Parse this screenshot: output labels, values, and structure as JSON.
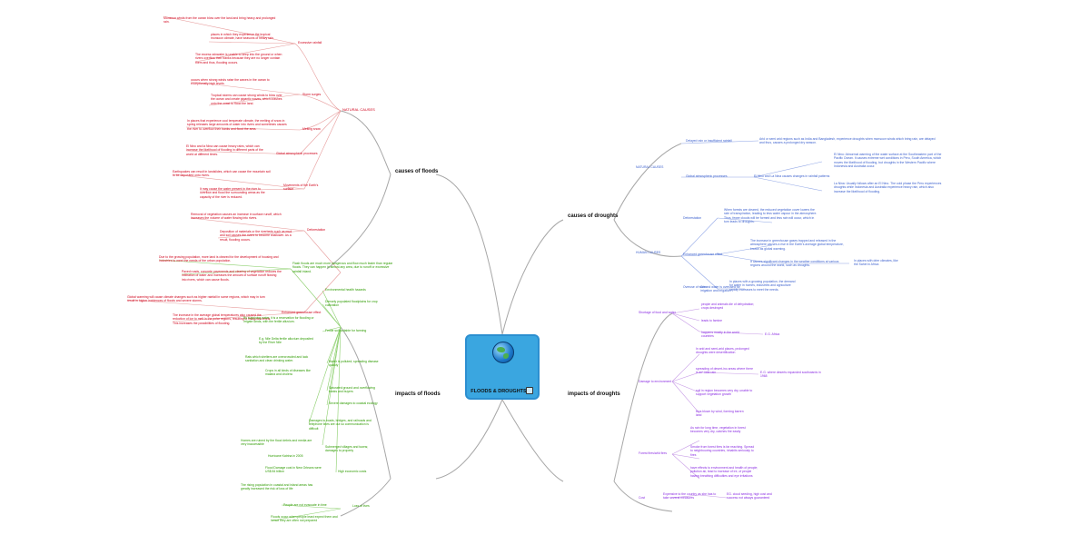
{
  "root": {
    "title": "FLOODS & DROUGHTS",
    "icon": "globe-icon"
  },
  "colors": {
    "line": "#a7a7a7",
    "root": "#3aa6e0",
    "red": "#d0021b",
    "green": "#2e9b00",
    "blue": "#3a5fcd",
    "purple": "#8a2be2"
  },
  "floods_causes": {
    "title": "causes of floods",
    "natural": "NATURAL CAUSES",
    "excessive_rainfall": "Excessive rainfall",
    "rain_monsoon": "Monsoon winds from the ocean blow over the land and bring heavy and prolonged rain.",
    "rain_tropical": "places in which they experience the tropical monsoon climate, have seasons of heavy rain.",
    "rain_excess": "The excess rainwater is unable to seep into the ground or when rivers overflow their banks because they are no longer contain them and thus, flooding occurs.",
    "storm_surges": "Storm surges",
    "storm_winds": "occurs when strong winds raise the waves in the ocean to exceptionally high levels.",
    "storm_tropical": "Tropical storms can cause strong winds to blow over the ocean and create gigantic waves, which crashes onto the coast to flood the land.",
    "melting": "Melting snow",
    "melting_text": "In places that experience cool temperate climate, the melting of snow in spring releases large amounts of water into rivers and sometimes causes the river to overflow their banks and flood the area.",
    "global_atm": "Global atmospheric processes",
    "global_atm_text": "El Nino and la Nina can cause heavy rains, which can increase the likelihood of flooding in different parts of the world at different times.",
    "movements": "Movements of the Earth's surface",
    "earthquake": "Earthquakes can result in landslides, which can cause the mountain soil to be deposited onto rivers.",
    "earthquake_b": "It may cause the water present in the river to overflow and flood the surrounding areas as the capacity of the river is reduced.",
    "deforestation": "Deforestation",
    "defor_a": "Removal of vegetation causes an increase in surface runoff, which increases the volume of water flowing into rivers.",
    "defor_b": "Deposition of materials or the riverbeds such as mud and soil causes the rivers to become shallower. As a result, flooding occurs.",
    "urban": "Flash floods are much more dangerous and flow much faster than regular floods. They can happen in almost any area, due to runoff or excessive rainfall inland.",
    "urban_a": "Due to the growing population, more land is cleared for the development of housing and industries to meet the needs of the urban population.",
    "urban_b": "Paved roads, concrete pavements and clearing of vegetation reduces the infiltration of water and increases the amount of surface runoff flowing into rivers, which can cause floods.",
    "greenhouse": "Enhanced greenhouse effect",
    "green_a": "Global warming will cause climate changes such as higher rainfall in some regions, which may in turn result in higher incidences of floods and severe storms.",
    "green_b": "The increase in the average global temperatures also caused the reduction of ice to melt in the polar regions, resulting in rising sea levels. This increases the possibilities of flooding."
  },
  "floods_impacts": {
    "title": "impacts of floods",
    "items": [
      "Environmental health hazards",
      "Densely populated floodplains for crop cultivation",
      "Fertile soil suitable for farming",
      "Water is polluted; spreading disease quickly",
      "Saturated ground and overflowing banks and buyers",
      "Severe damages to coastal ecology",
      "Damages to roads, bridges, and railroads and telephone lines are out so communication is difficult",
      "Submerged villages and towns; damages to property",
      "High economic costs",
      "Loss of lives"
    ],
    "items_b": [
      "By supplying water, it is a reservation for flooding or irrigate lands, with the fertile alluvium.",
      "E.g. Nile Delta fertile alluvium deposited by the River Nile"
    ],
    "details": [
      "Rats which shelters are overcrowded and lack sanitation and clean drinking water.",
      "Crops in all kinds of diseases like malaria and cholera",
      "Homes are ruined by the flood debris and media are very inaccessible",
      "Hurricane Katrina in 2005",
      "Flood Damage cost in New Orleans were US$ 84 billion",
      "The rising population in coastal and inland areas has greatly increased the risk of loss of life",
      "People are not evacuate in time",
      "Floods occur when people least expect them and hence they are often not prepared"
    ]
  },
  "drought_causes": {
    "title": "causes of droughts",
    "natural": "NATURAL CAUSES",
    "delayed": "Delayed rain or insufficient rainfall",
    "delayed_text": "Arid or semi arid regions such as India and Bangladesh, experience droughts when monsoon winds which bring rain, are delayed and thus, causes a prolonged dry season.",
    "global_atm": "Global atmospheric processes",
    "el_nino": "El Nino and La Nina causes changes in rainfall patterns",
    "el_nino_a": "El Nino: Abnormal warming of the water surface at the Southeastern part of the Pacific Ocean. It causes extreme wet conditions in Peru, South America, which moves the likelihood of flooding, but droughts in the Western Pacific where Indonesia and Australia occur.",
    "el_nino_b": "La Nina: Usually follows after an El Nino. The cold phase the Peru experiences droughts while Indonesia and Australia experience heavy rain, which also increase the likelihood of flooding.",
    "human": "HUMAN CAUSES",
    "deforestation": "Deforestation",
    "defor_text": "When forests are cleared, the reduced vegetation cover lowers the rate of transpiration, leading to less water vapour in the atmosphere. Thus, fewer clouds will be formed and less rain will occur, which in turn leads to droughts.",
    "greenhouse": "Enhanced greenhouse effect",
    "green_a": "The increase in greenhouse gases trapped and released in the atmosphere causes a rise in the Earth's average global temperature, known as global warming.",
    "green_b": "It causes significant changes in the weather conditions at various regions around the world, such as droughts.",
    "green_c": "In places with drier climates, like the Sahel in Africa",
    "overuse": "Overuse of water",
    "overuse_text": "Ground water is overused for irrigation and irrigation",
    "overuse_b": "In places with a growing population, the demand for water in homes, industries and agriculture rapidly increases to meet the needs."
  },
  "drought_impacts": {
    "title": "impacts of droughts",
    "shortage": "Shortage of food and water",
    "short_items": [
      "people and animals die of dehydration; crops destroyed",
      "leads to famine",
      "happens mostly in the world countries"
    ],
    "short_note": "E.G. Africa",
    "damage_env": "Damage to environment",
    "env_items": [
      "In arid and semi-arid places, prolonged droughts were desertification",
      "spreading of desert-ino areas where there is an* little rain",
      "soil in region becomes very dry, unable to support vegetation growth",
      "thus blown by wind, forming barren land"
    ],
    "env_note": "E.G. where deserts expanded southwards in 1968",
    "forest": "Forest fires/wild fires",
    "forest_items": [
      "As rain for long time, vegetation in forest becomes very dry, catches fire easily",
      "Smoke from forest fires is far reaching. Spread to neighbouring countries, inhabits seriously to fires",
      "have effects to environment and health of people; pollution air, lead to increase of ire, of people having breathing difficulties and eye irritations"
    ],
    "cost": "Cost",
    "cost_text": "Expensive to the country as she has to take several measures",
    "cost_note": "EG. cloud seeding, high cost and success not always guaranteed"
  }
}
